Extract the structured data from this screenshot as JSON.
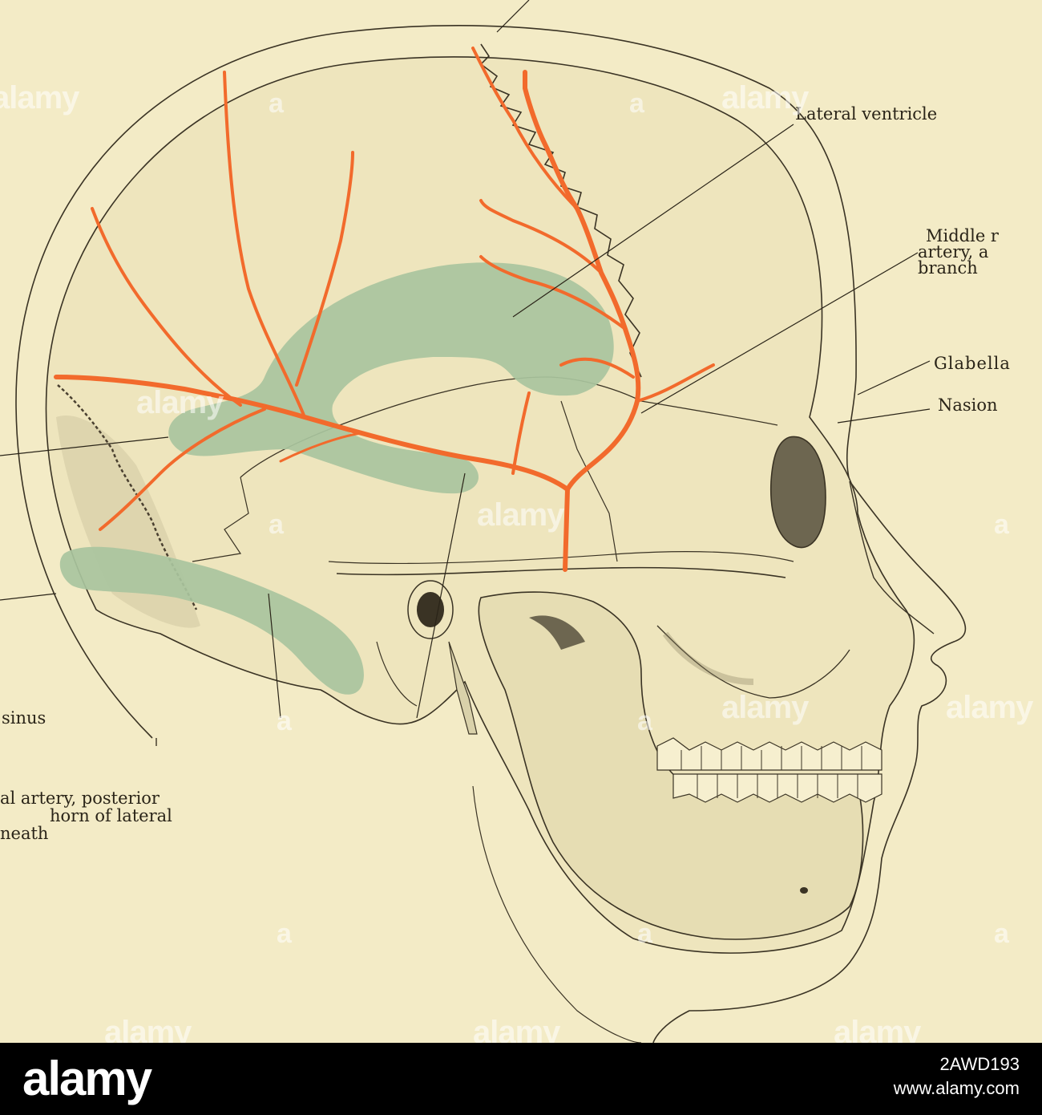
{
  "labels": {
    "lateral_ventricle": "Lateral ventricle",
    "middle_meningeal_line1": "Middle r",
    "middle_meningeal_line2": "artery, a",
    "middle_meningeal_line3": "branch",
    "glabella": "Glabella",
    "nasion": "Nasion",
    "sinus": "sinus",
    "posterior_line1": "al artery, posterior",
    "posterior_line2": "horn  of  lateral",
    "posterior_line3": "neath"
  },
  "watermark": "alamy",
  "footer": {
    "brand": "alamy",
    "image_id": "2AWD193",
    "url": "www.alamy.com"
  },
  "colors": {
    "background": "#f3ebc6",
    "artery": "#f26a2c",
    "ventricle": "#a9c49e",
    "line": "#3a3324",
    "footer": "#000000"
  }
}
